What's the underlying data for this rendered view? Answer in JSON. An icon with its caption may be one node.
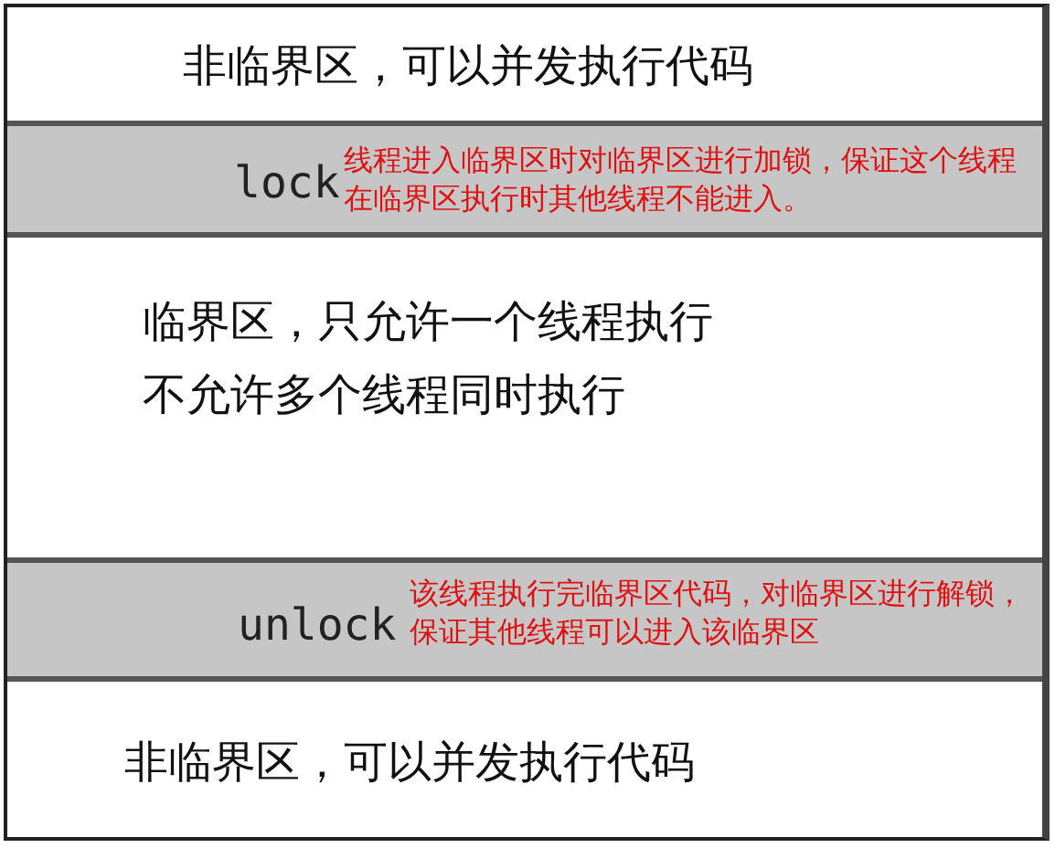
{
  "diagram": {
    "nodes": [
      {
        "text": [
          "非临界区，可以并发执行代码"
        ]
      },
      {
        "text": [
          "lock",
          "线程进入临界区时对临界区进行加锁，保证这个线程在临界区执行时其他线程不能进入。"
        ]
      },
      {
        "text": [
          "临界区，只允许一个线程执行",
          "不允许多个线程同时执行"
        ]
      },
      {
        "text": [
          "unlock",
          "该线程执行完临界区代码，对临界区进行解锁，保证其他线程可以进入该临界区"
        ]
      },
      {
        "text": [
          "非临界区，可以并发执行代码"
        ]
      }
    ],
    "edges": []
  }
}
